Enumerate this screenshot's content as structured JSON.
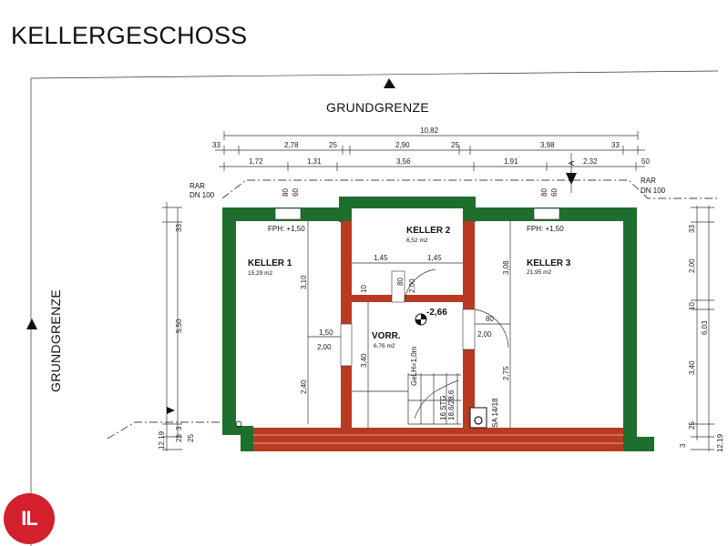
{
  "title": "KELLERGESCHOSS",
  "boundary_label": "GRUNDGRENZE",
  "logo_text": "IL",
  "colors": {
    "outer_wall": "#1e6e2e",
    "inner_wall": "#b83a22",
    "logo": "#d3202c"
  },
  "rooms": {
    "keller1": {
      "name": "KELLER 1",
      "area": "15,29 m2"
    },
    "keller2": {
      "name": "KELLER 2",
      "area": "6,52 m2"
    },
    "keller3": {
      "name": "KELLER 3",
      "area": "21,95 m2"
    },
    "vorr": {
      "name": "VORR.",
      "area": "6,76 m2"
    }
  },
  "annotations": {
    "rar_left": "RAR",
    "dn_left": "DN 100",
    "rar_right": "RAR",
    "dn_right": "DN 100",
    "fph_left": "FPH: +1,50",
    "fph_right": "FPH: +1,50",
    "level": "-2,66",
    "stairs_height": "GeLH=1,0m",
    "stairs_steps": "16 STG",
    "stairs_ratio": "18,6/28,6",
    "sa": "SA 14/18",
    "section_marker": "A"
  },
  "dims_top": {
    "total": "10,82",
    "row1": [
      "33",
      "2,78",
      "25",
      "2,90",
      "25",
      "3,98",
      "33"
    ],
    "row2": [
      "1,72",
      "1,31",
      "3,56",
      "1,91",
      "2,32",
      "50"
    ]
  },
  "dims_inner": {
    "win_left_w": "80",
    "win_left_h": "60",
    "win_right_w": "80",
    "win_right_h": "60",
    "k2_left": "1,45",
    "k2_right": "1,45",
    "door_k2_w": "80",
    "door_k2_h": "2,00",
    "k1_depth": "3,10",
    "k1_door_w": "1,50",
    "k1_door_h": "2,00",
    "k1_low": "2,40",
    "vorr_depth": "3,40",
    "wall10": "10",
    "k3_upper": "3,08",
    "k3_lower": "2,75",
    "door_k3_w": "80",
    "door_k3_h": "2,00"
  },
  "dims_left": [
    "33",
    "5,50",
    "12,19",
    "3",
    "25",
    "25"
  ],
  "dims_right": [
    "33",
    "2,00",
    "10",
    "6,03",
    "3,40",
    "25",
    "3",
    "12,19"
  ]
}
